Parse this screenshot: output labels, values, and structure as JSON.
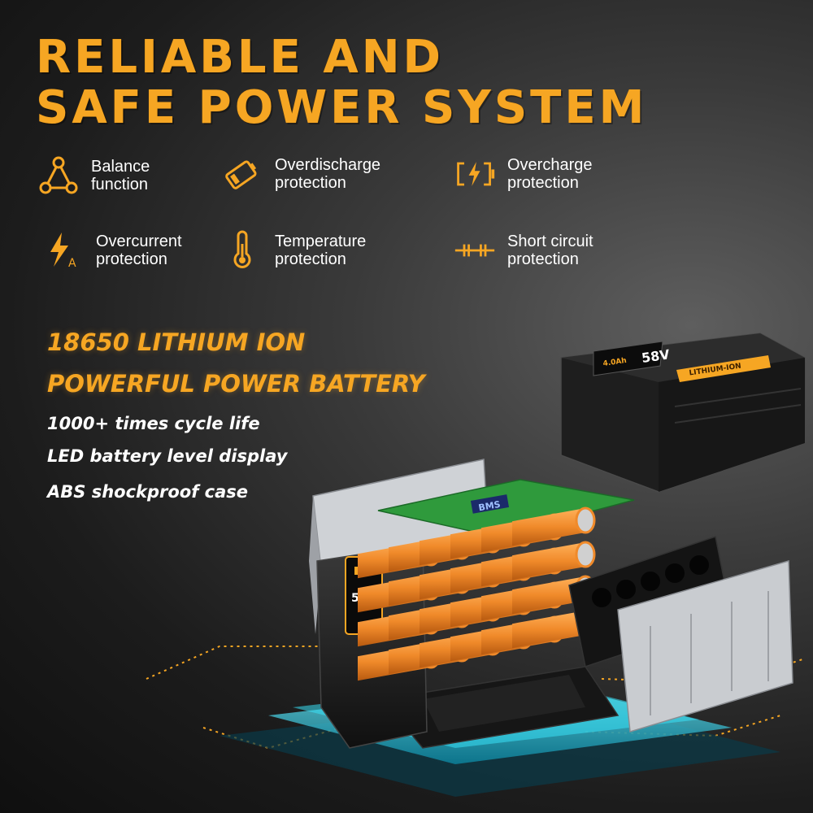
{
  "headline": {
    "line1": "RELIABLE AND",
    "line2": "SAFE POWER SYSTEM"
  },
  "features": [
    {
      "label": "Balance\nfunction",
      "icon": "balance-triangle-icon"
    },
    {
      "label": "Overdischarge\nprotection",
      "icon": "battery-low-icon"
    },
    {
      "label": "Overcharge\nprotection",
      "icon": "battery-charging-icon"
    },
    {
      "label": "Overcurrent\nprotection",
      "icon": "lightning-ampere-icon"
    },
    {
      "label": "Temperature\nprotection",
      "icon": "thermometer-icon"
    },
    {
      "label": "Short circuit\nprotection",
      "icon": "circuit-icon"
    }
  ],
  "specs": {
    "heading1": "18650 LITHIUM ION",
    "heading2": "POWERFUL POWER BATTERY",
    "lines": [
      "1000+ times cycle life",
      "LED battery level display",
      "ABS shockproof case"
    ]
  },
  "battery": {
    "voltage_label": "58V",
    "pcb_label": "BMS",
    "case_label": "LITHIUM-ION",
    "case_sublabel": "4.0Ah"
  },
  "colors": {
    "accent": "#f6a623",
    "cell": "#f08a2a",
    "pcb": "#2f9a3c",
    "glow": "#2fd6f0"
  }
}
